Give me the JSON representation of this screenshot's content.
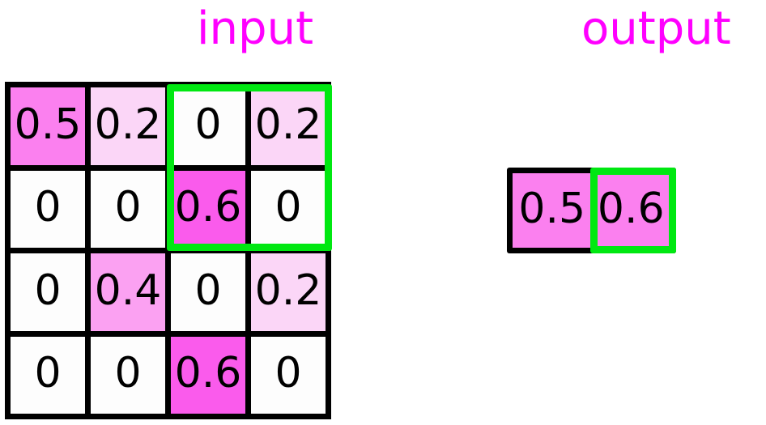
{
  "labels": {
    "input_title": "input",
    "output_title": "output"
  },
  "colors": {
    "title": "#ff00ff",
    "highlight": "#00e811",
    "grid_line": "#000000",
    "value_0": "#fdfdfd",
    "value_02": "#fbd6f7",
    "value_04": "#fba1f2",
    "value_05": "#fb80ef",
    "value_06": "#fa5bec"
  },
  "input": {
    "rows": 4,
    "cols": 4,
    "cells": [
      {
        "value": "0.5",
        "color": "#fb80ef"
      },
      {
        "value": "0.2",
        "color": "#fbd6f7"
      },
      {
        "value": "0",
        "color": "#fdfdfd"
      },
      {
        "value": "0.2",
        "color": "#fbd6f7"
      },
      {
        "value": "0",
        "color": "#fdfdfd"
      },
      {
        "value": "0",
        "color": "#fdfdfd"
      },
      {
        "value": "0.6",
        "color": "#fa5bec"
      },
      {
        "value": "0",
        "color": "#fdfdfd"
      },
      {
        "value": "0",
        "color": "#fdfdfd"
      },
      {
        "value": "0.4",
        "color": "#fba1f2"
      },
      {
        "value": "0",
        "color": "#fdfdfd"
      },
      {
        "value": "0.2",
        "color": "#fbd6f7"
      },
      {
        "value": "0",
        "color": "#fdfdfd"
      },
      {
        "value": "0",
        "color": "#fdfdfd"
      },
      {
        "value": "0.6",
        "color": "#fa5bec"
      },
      {
        "value": "0",
        "color": "#fdfdfd"
      }
    ],
    "highlight_region": "rows 1-2, cols 3-4"
  },
  "output": {
    "rows": 1,
    "cols": 2,
    "cells": [
      {
        "value": "0.5",
        "color": "#fb80ef"
      },
      {
        "value": "0.6",
        "color": "#fb80ef"
      }
    ],
    "highlight_region": "row 1, col 2"
  },
  "chart_data": {
    "type": "heatmap",
    "title": "input",
    "xlabel": "",
    "ylabel": "",
    "grid": true,
    "legend": "none",
    "series": [
      {
        "name": "input",
        "rows": 4,
        "cols": 4,
        "values": [
          [
            0.5,
            0.2,
            0.0,
            0.2
          ],
          [
            0.0,
            0.0,
            0.6,
            0.0
          ],
          [
            0.0,
            0.4,
            0.0,
            0.2
          ],
          [
            0.0,
            0.0,
            0.6,
            0.0
          ]
        ]
      },
      {
        "name": "output",
        "rows": 1,
        "cols": 2,
        "values": [
          [
            0.5,
            0.6
          ]
        ]
      }
    ],
    "annotations": [
      {
        "text": "green box",
        "target": "input",
        "region": "rows 1-2, cols 3-4"
      },
      {
        "text": "green box",
        "target": "output",
        "region": "row 1, col 2"
      }
    ]
  }
}
